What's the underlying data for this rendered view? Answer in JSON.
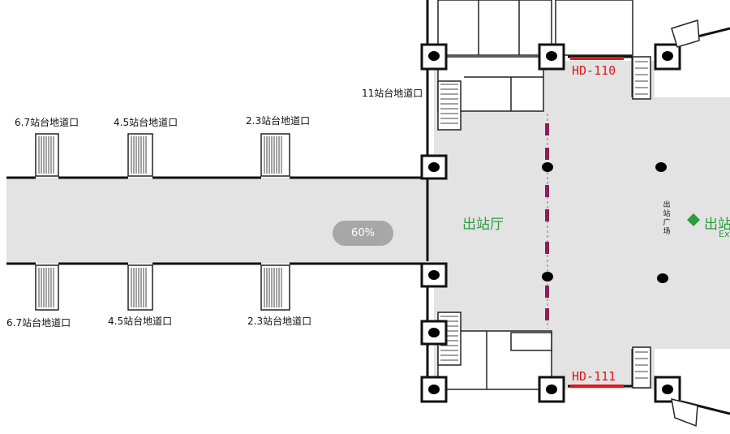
{
  "map": {
    "zoom_level": "60%",
    "hall_label": "出站厅",
    "plaza_label": "出站广场",
    "exit_label_partial": "出站",
    "exit_label_en_partial": "Ex",
    "platform_top": {
      "label_1": "11站台地道口",
      "label_23": "2.3站台地道口",
      "label_45": "4.5站台地道口",
      "label_67": "6.7站台地道口"
    },
    "platform_bottom": {
      "label_23": "2.3站台地道口",
      "label_45": "4.5站台地道口",
      "label_67": "6.7站台地道口"
    },
    "gates": {
      "top": "HD-110",
      "bottom": "HD-111"
    },
    "colors": {
      "corridor": "#e3e3e3",
      "gate": "#e01818",
      "exit_green": "#2a9d3c",
      "turnstile": "#8a1f5a"
    }
  }
}
